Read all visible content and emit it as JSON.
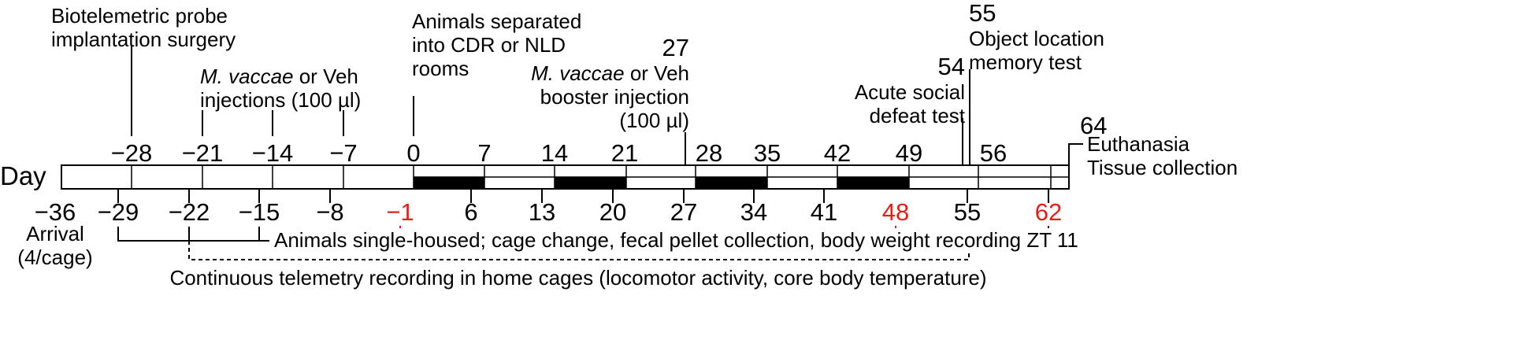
{
  "day_label": "Day",
  "top_ticks": [
    "−28",
    "−21",
    "−14",
    "−7",
    "0",
    "7",
    "14",
    "21",
    "28",
    "35",
    "42",
    "49",
    "56"
  ],
  "bottom_ticks": [
    {
      "label": "−36",
      "red": false
    },
    {
      "label": "−29",
      "red": false
    },
    {
      "label": "−22",
      "red": false
    },
    {
      "label": "−15",
      "red": false
    },
    {
      "label": "−8",
      "red": false
    },
    {
      "label": "−1",
      "red": true
    },
    {
      "label": "6",
      "red": false
    },
    {
      "label": "13",
      "red": false
    },
    {
      "label": "20",
      "red": false
    },
    {
      "label": "27",
      "red": false
    },
    {
      "label": "34",
      "red": false
    },
    {
      "label": "41",
      "red": false
    },
    {
      "label": "48",
      "red": true
    },
    {
      "label": "55",
      "red": false
    },
    {
      "label": "62",
      "red": true
    }
  ],
  "annotations": {
    "surgery": "Biotelemetric probe implantation surgery",
    "surgery_l1": "Biotelemetric probe",
    "surgery_l2": "implantation surgery",
    "injections_italic": "M. vaccae",
    "injections_l1_rest": " or Veh",
    "injections_l2": "injections (100 µl)",
    "separated_l1": "Animals separated",
    "separated_l2": "into CDR or NLD",
    "separated_l3": "rooms",
    "booster_day": "27",
    "booster_italic": "M. vaccae",
    "booster_l1_rest": " or Veh",
    "booster_l2": "booster injection",
    "booster_l3": "(100 µl)",
    "social_day": "54",
    "social_l1": "Acute social",
    "social_l2": "defeat test",
    "object_day": "55",
    "object_l1": "Object location",
    "object_l2": "memory test",
    "euth_day": "64",
    "euth_l1": "Euthanasia",
    "euth_l2": "Tissue collection",
    "arrival_l1": "Arrival",
    "arrival_l2": "(4/cage)",
    "single_housed": "Animals single-housed; cage change, fecal pellet collection, body weight recording ZT 11",
    "telemetry": "Continuous telemetry recording in home cages (locomotor activity, core body temperature)"
  },
  "colors": {
    "red": "#e0201b",
    "dark_phase": "#000000",
    "line": "#000000"
  }
}
